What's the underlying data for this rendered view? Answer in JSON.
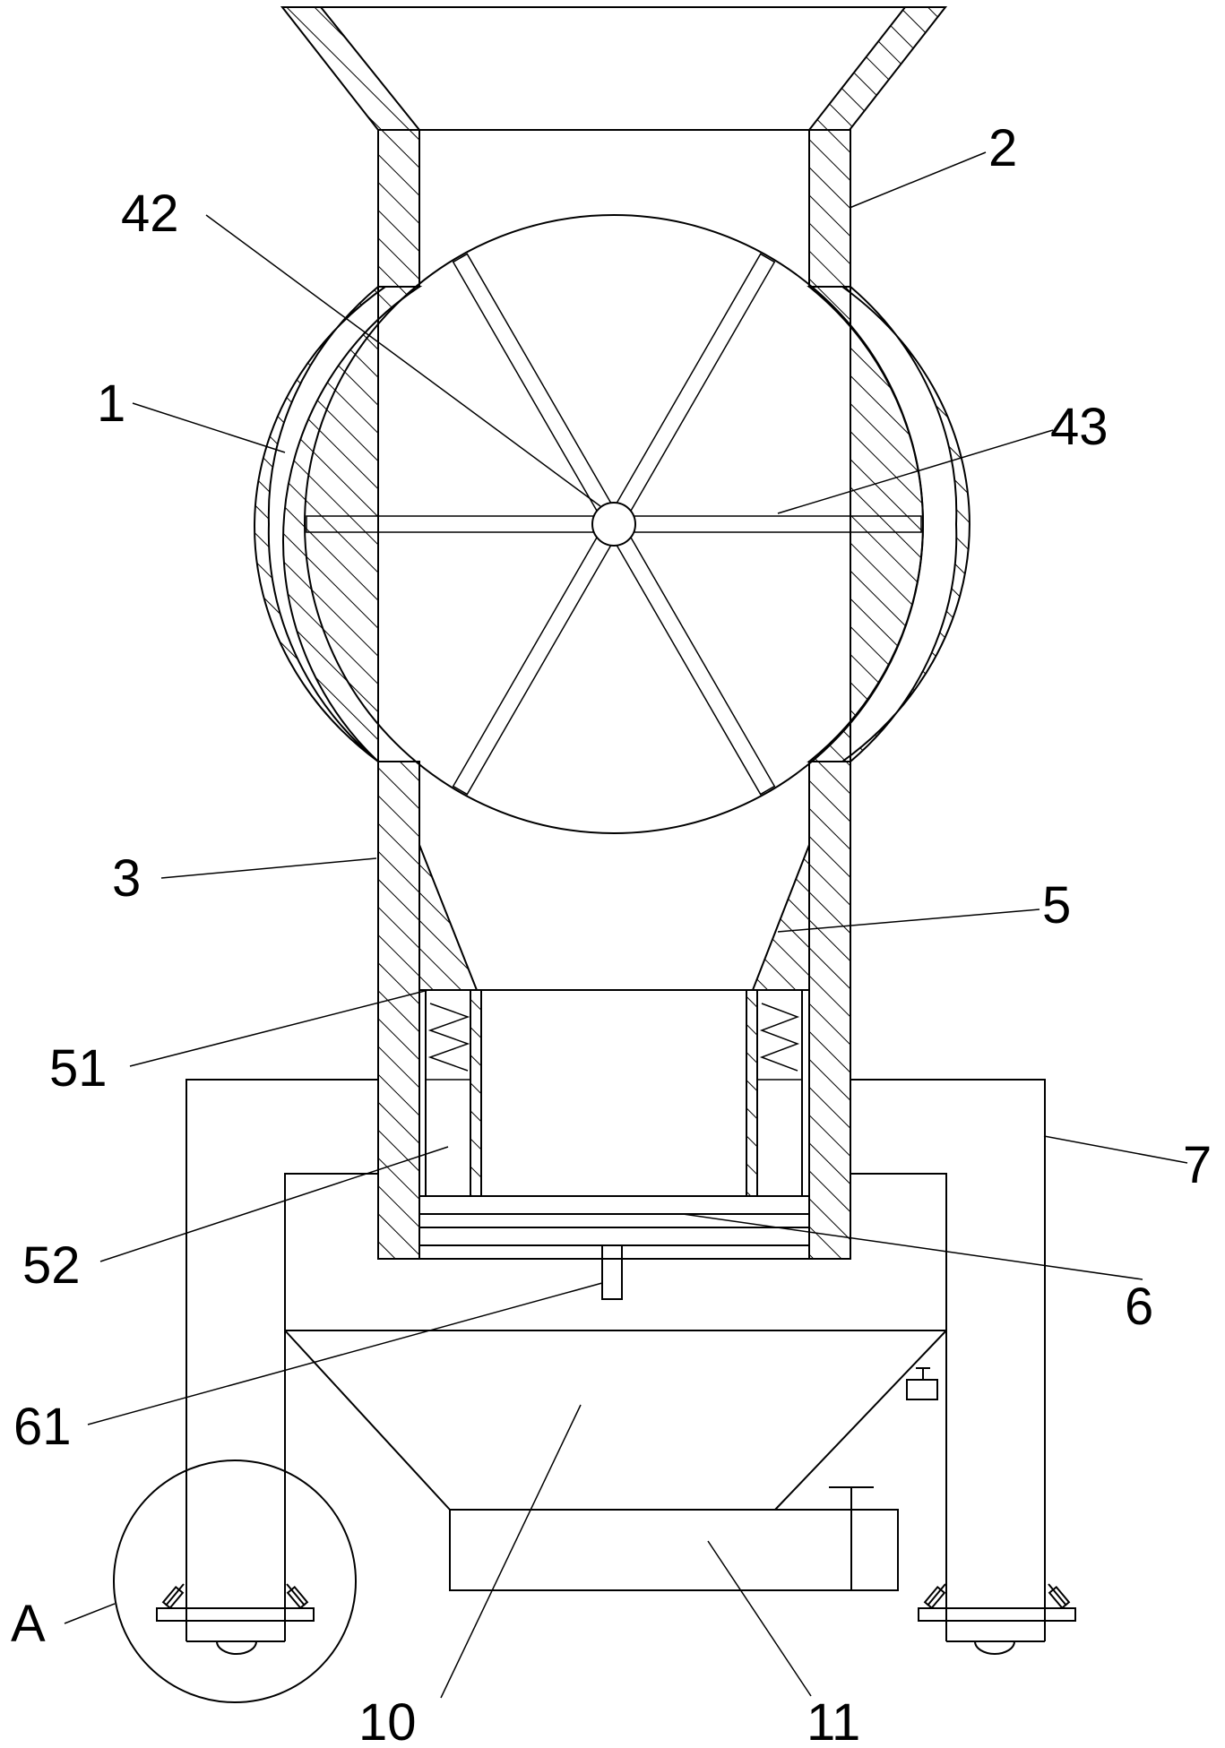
{
  "labels": {
    "l1": "1",
    "l2": "2",
    "l3": "3",
    "l5": "5",
    "l6": "6",
    "l7": "7",
    "l10": "10",
    "l11": "11",
    "l42": "42",
    "l43": "43",
    "l51": "51",
    "l52": "52",
    "l61": "61",
    "lA": "A"
  }
}
